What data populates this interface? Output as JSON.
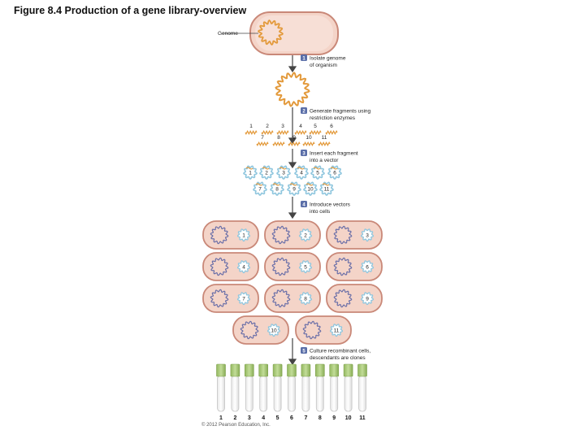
{
  "figure_title": "Figure 8.4 Production of a gene library-overview",
  "genome_label": "Genome",
  "steps": [
    {
      "number": "1",
      "lines": [
        "Isolate genome",
        "of organism"
      ]
    },
    {
      "number": "2",
      "lines": [
        "Generate fragments using",
        "restriction enzymes"
      ]
    },
    {
      "number": "3",
      "lines": [
        "Insert each fragment",
        "into a vector"
      ]
    },
    {
      "number": "4",
      "lines": [
        "Introduce vectors",
        "into cells"
      ]
    },
    {
      "number": "5",
      "lines": [
        "Culture recombinant cells,",
        "descendants are clones"
      ]
    }
  ],
  "fragment_numbers": [
    "1",
    "2",
    "3",
    "4",
    "5",
    "6",
    "7",
    "8",
    "9",
    "10",
    "11"
  ],
  "vector_numbers": [
    "1",
    "2",
    "3",
    "4",
    "5",
    "6",
    "7",
    "8",
    "9",
    "10",
    "11"
  ],
  "cell_numbers": [
    "1",
    "2",
    "3",
    "4",
    "5",
    "6",
    "7",
    "8",
    "9",
    "10",
    "11"
  ],
  "tube_numbers": [
    "1",
    "2",
    "3",
    "4",
    "5",
    "6",
    "7",
    "8",
    "9",
    "10",
    "11"
  ],
  "copyright": "© 2012 Pearson Education, Inc.",
  "colors": {
    "cell_fill": "#f4d4c8",
    "cell_border": "#c98878",
    "genome_wave": "#e39a3c",
    "vector_ring": "#8fc6de",
    "cell_dna": "#6a6fa8",
    "badge": "#5a6ea8",
    "tube_cap": "#a9c878",
    "arrow": "#444444"
  }
}
